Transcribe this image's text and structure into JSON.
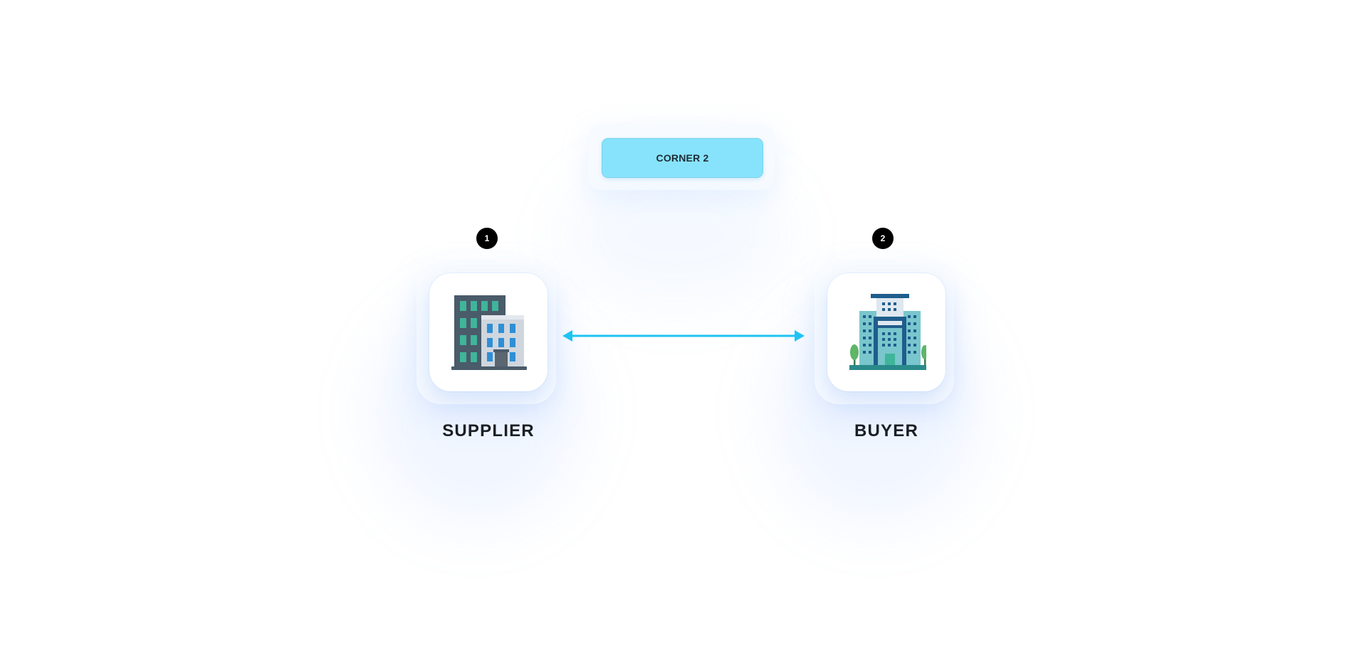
{
  "corner": {
    "label": "CORNER 2"
  },
  "nodes": [
    {
      "number": "1",
      "label": "SUPPLIER",
      "icon": "office-building-icon"
    },
    {
      "number": "2",
      "label": "BUYER",
      "icon": "corporate-building-icon"
    }
  ],
  "connector": {
    "type": "bidirectional-arrow",
    "color": "#1ec3f3"
  },
  "colors": {
    "corner_fill": "#87e3fb",
    "badge": "#000000",
    "label": "#1b1f24"
  }
}
